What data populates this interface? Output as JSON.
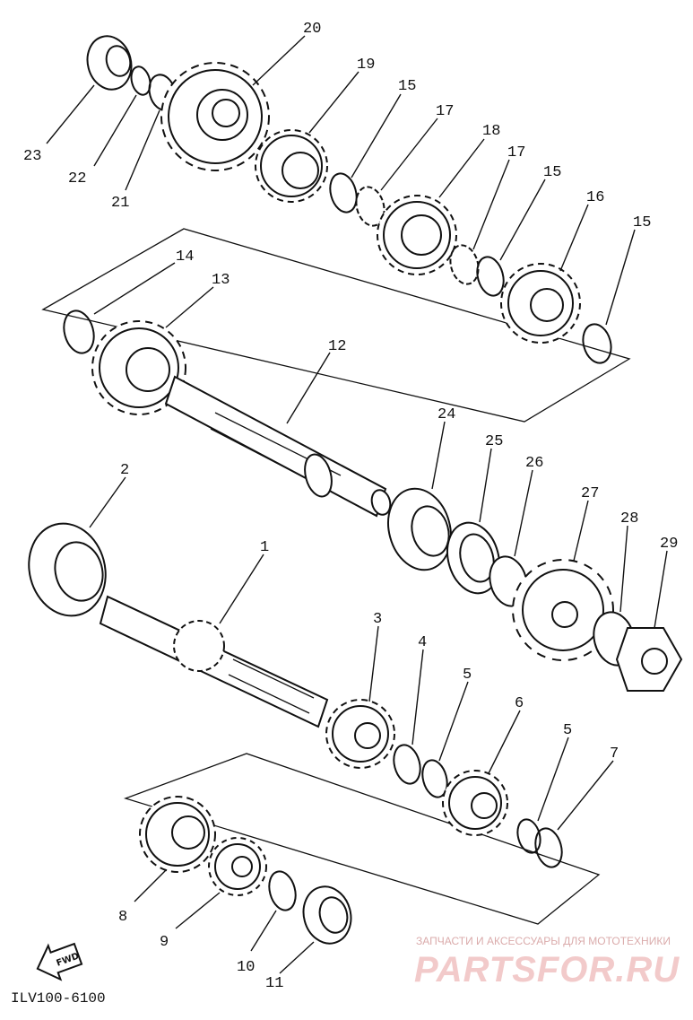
{
  "diagram_code": "ILV100-6100",
  "fwd_badge": "FWD",
  "watermark": {
    "subtitle": "ЗАПЧАСТИ И АКСЕССУАРЫ ДЛЯ МОТОТЕХНИКИ",
    "brand": "PARTSFOR.RU"
  },
  "callouts": [
    {
      "id": "c20",
      "text": "20"
    },
    {
      "id": "c19",
      "text": "19"
    },
    {
      "id": "c15a",
      "text": "15"
    },
    {
      "id": "c17a",
      "text": "17"
    },
    {
      "id": "c18",
      "text": "18"
    },
    {
      "id": "c17b",
      "text": "17"
    },
    {
      "id": "c15b",
      "text": "15"
    },
    {
      "id": "c16",
      "text": "16"
    },
    {
      "id": "c15c",
      "text": "15"
    },
    {
      "id": "c23",
      "text": "23"
    },
    {
      "id": "c22",
      "text": "22"
    },
    {
      "id": "c21",
      "text": "21"
    },
    {
      "id": "c14",
      "text": "14"
    },
    {
      "id": "c13",
      "text": "13"
    },
    {
      "id": "c12",
      "text": "12"
    },
    {
      "id": "c24",
      "text": "24"
    },
    {
      "id": "c25",
      "text": "25"
    },
    {
      "id": "c26",
      "text": "26"
    },
    {
      "id": "c27",
      "text": "27"
    },
    {
      "id": "c28",
      "text": "28"
    },
    {
      "id": "c29",
      "text": "29"
    },
    {
      "id": "c2",
      "text": "2"
    },
    {
      "id": "c1",
      "text": "1"
    },
    {
      "id": "c3",
      "text": "3"
    },
    {
      "id": "c4",
      "text": "4"
    },
    {
      "id": "c5a",
      "text": "5"
    },
    {
      "id": "c6",
      "text": "6"
    },
    {
      "id": "c5b",
      "text": "5"
    },
    {
      "id": "c7",
      "text": "7"
    },
    {
      "id": "c8",
      "text": "8"
    },
    {
      "id": "c9",
      "text": "9"
    },
    {
      "id": "c10",
      "text": "10"
    },
    {
      "id": "c11",
      "text": "11"
    }
  ]
}
